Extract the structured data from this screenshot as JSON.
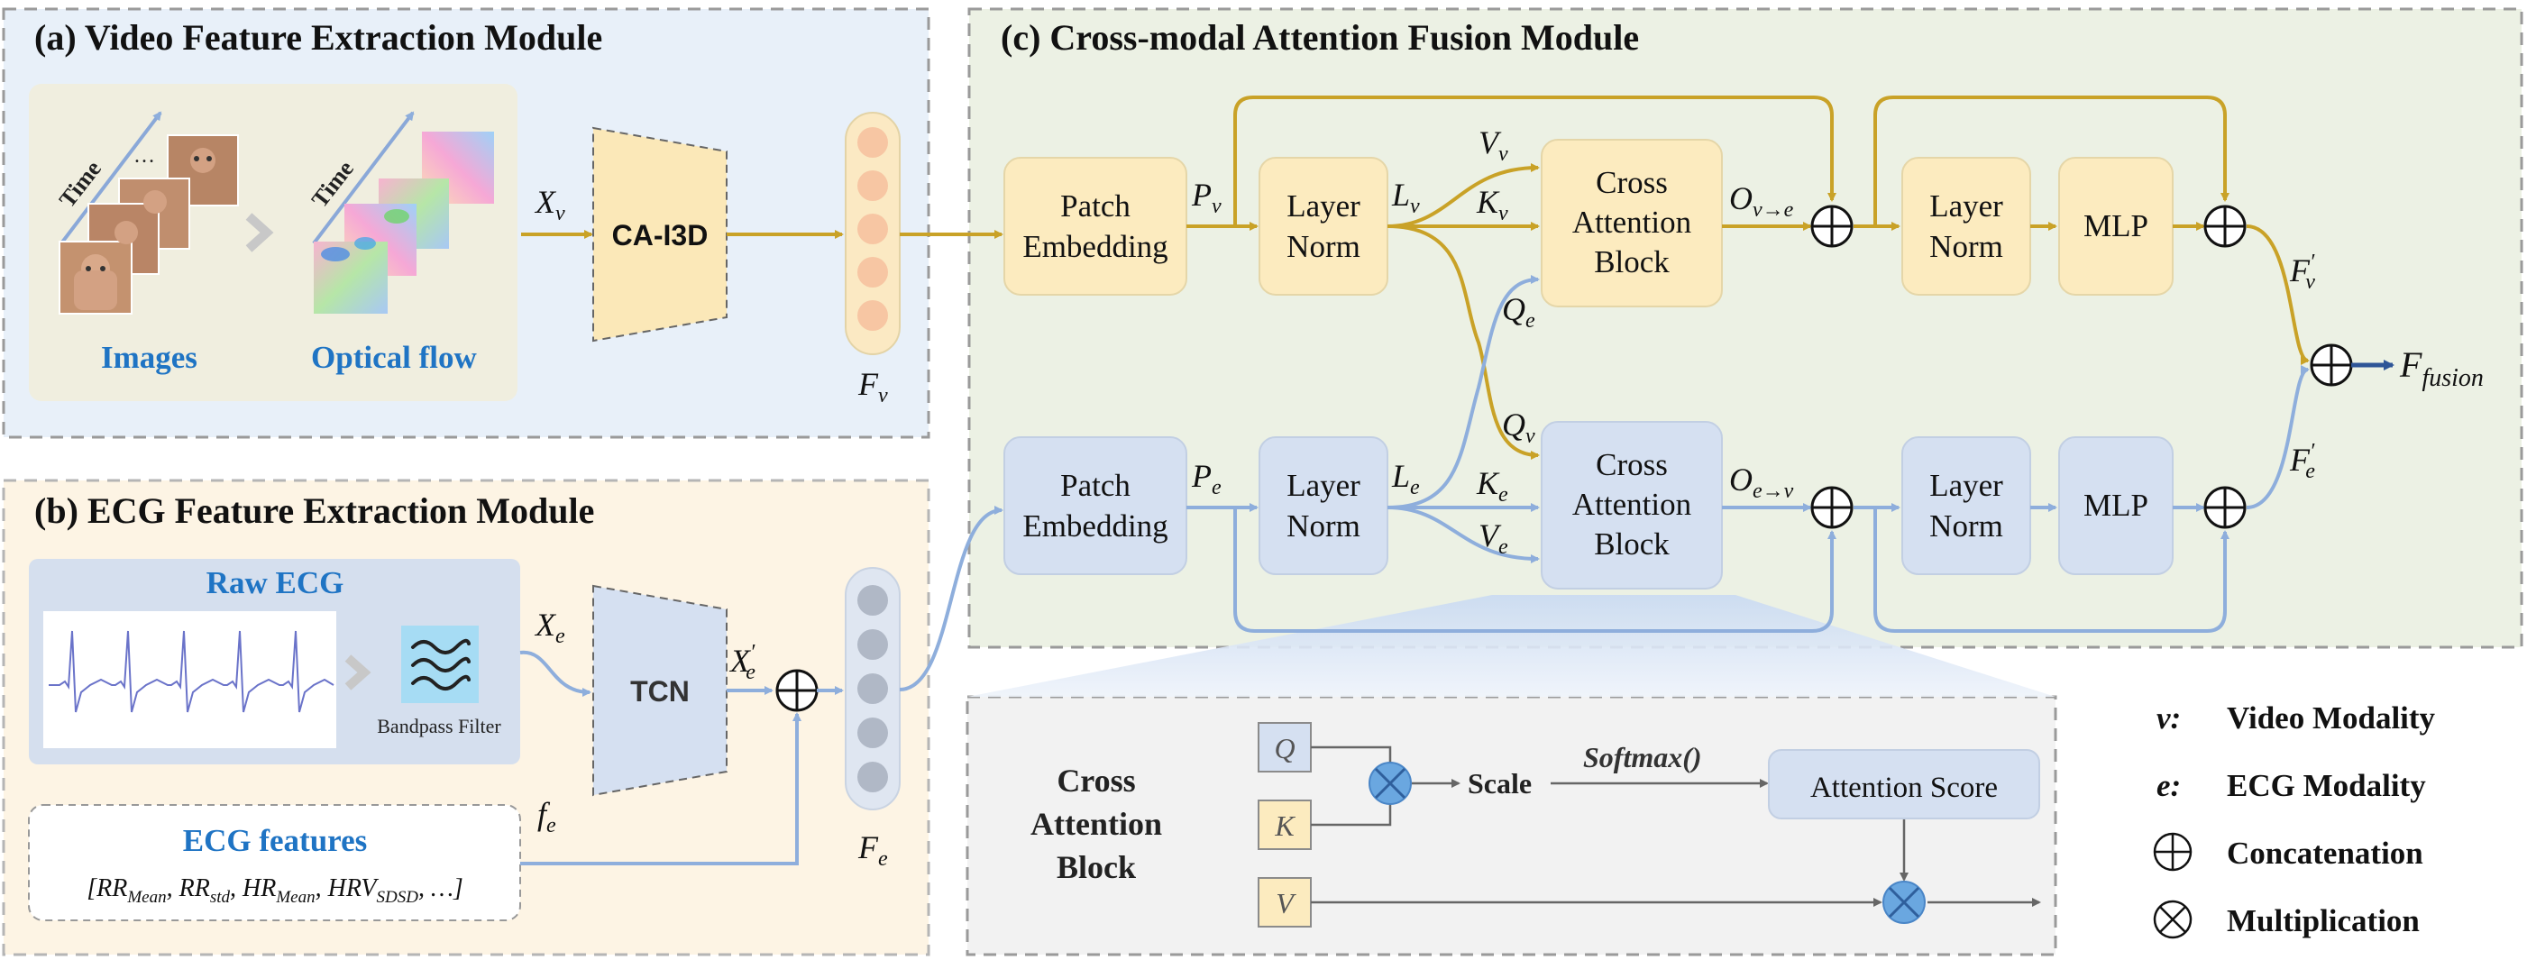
{
  "modules": {
    "video": {
      "title": "(a) Video Feature Extraction Module",
      "images_label": "Images",
      "flow_label": "Optical flow",
      "time_label": "Time",
      "ellipsis": "…",
      "extractor": "CA-I3D"
    },
    "ecg": {
      "title": "(b) ECG Feature Extraction Module",
      "raw_label": "Raw ECG",
      "filter_label": "Bandpass Filter",
      "extractor": "TCN",
      "features_label": "ECG features"
    },
    "fusion": {
      "title": "(c) Cross-modal Attention Fusion Module"
    }
  },
  "blocks": {
    "patch_embedding": [
      "Patch",
      "Embedding"
    ],
    "layer_norm": [
      "Layer",
      "Norm"
    ],
    "cross_attention": [
      "Cross",
      "Attention",
      "Block"
    ],
    "mlp": "MLP"
  },
  "detail": {
    "title": [
      "Cross",
      "Attention",
      "Block"
    ],
    "q": "Q",
    "k": "K",
    "v": "V",
    "scale": "Scale",
    "softmax": "Softmax()",
    "attention_score": "Attention Score"
  },
  "legend": [
    {
      "key": "v:",
      "text": "Video Modality"
    },
    {
      "key": "e:",
      "text": "ECG Modality"
    },
    {
      "symbol": "concat",
      "text": "Concatenation"
    },
    {
      "symbol": "mult",
      "text": "Multiplication"
    }
  ],
  "colors": {
    "video": "#c9a227",
    "ecg": "#8eaedc",
    "fusion_out": "#2e5597",
    "accent_blue": "#1f74c4"
  }
}
